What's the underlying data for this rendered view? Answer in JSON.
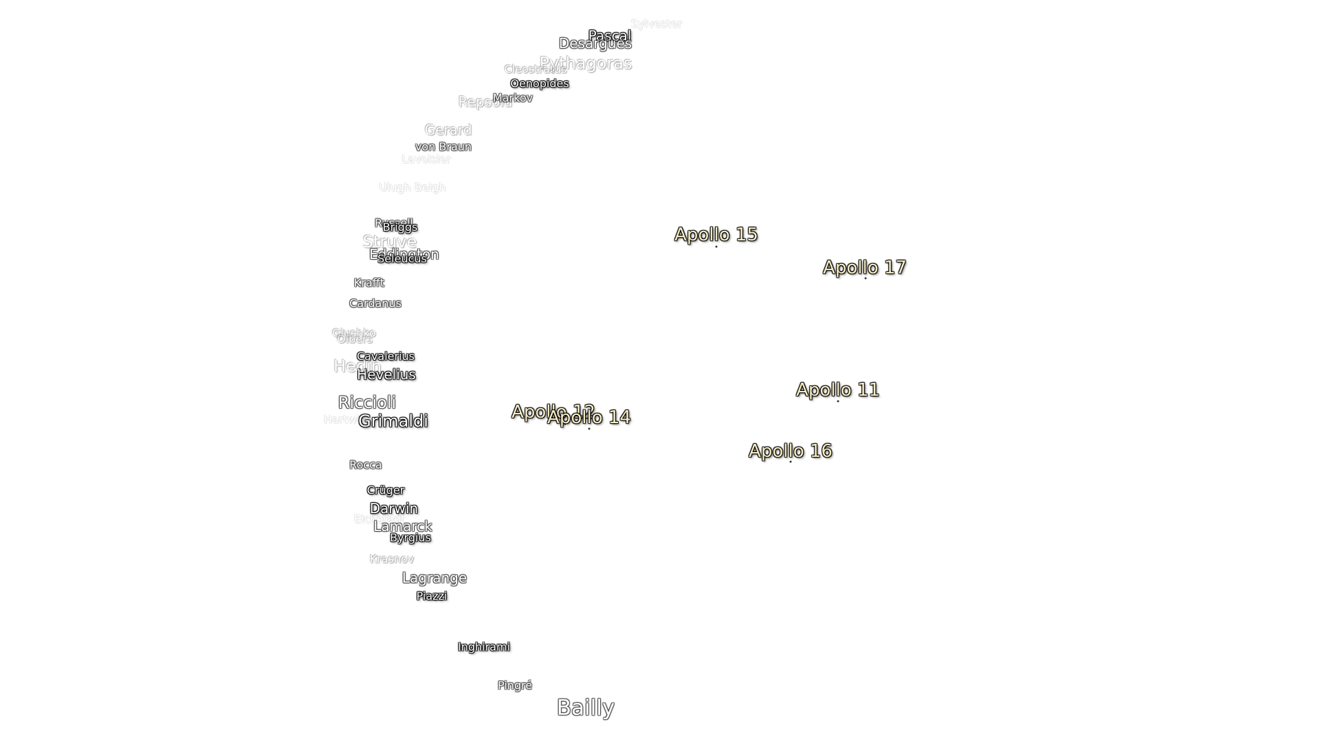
{
  "colors": {
    "background": "#ffffff",
    "crater_label": "#ffffff",
    "landing_site_label": "#f6ecc4",
    "halo": "#000000"
  },
  "craters": [
    {
      "id": "sylvester",
      "name": "Sylvester",
      "size": "small",
      "fade": 3
    },
    {
      "id": "pascal",
      "name": "Pascal",
      "size": "medium",
      "fade": 0
    },
    {
      "id": "desargues",
      "name": "Desargues",
      "size": "medium",
      "fade": 1
    },
    {
      "id": "pythagoras",
      "name": "Pythagoras",
      "size": "large",
      "fade": 2
    },
    {
      "id": "cleostratus",
      "name": "Cleostratus",
      "size": "small",
      "fade": 2
    },
    {
      "id": "oenopides",
      "name": "Oenopides",
      "size": "small",
      "fade": 0
    },
    {
      "id": "repsold",
      "name": "Repsold",
      "size": "medium",
      "fade": 2
    },
    {
      "id": "markov",
      "name": "Markov",
      "size": "small",
      "fade": 1
    },
    {
      "id": "gerard",
      "name": "Gerard",
      "size": "medium",
      "fade": 2
    },
    {
      "id": "von-braun",
      "name": "von Braun",
      "size": "small",
      "fade": 1
    },
    {
      "id": "lavoisier",
      "name": "Lavoisier",
      "size": "small",
      "fade": 3
    },
    {
      "id": "ulugh-beigh",
      "name": "Ulugh Beigh",
      "size": "small",
      "fade": 3
    },
    {
      "id": "russell",
      "name": "Russell",
      "size": "small",
      "fade": 1
    },
    {
      "id": "briggs",
      "name": "Briggs",
      "size": "small",
      "fade": 0
    },
    {
      "id": "struve",
      "name": "Struve",
      "size": "large",
      "fade": 2
    },
    {
      "id": "eddington",
      "name": "Eddington",
      "size": "medium",
      "fade": 1
    },
    {
      "id": "seleucus",
      "name": "Seleucus",
      "size": "small",
      "fade": 0
    },
    {
      "id": "krafft",
      "name": "Krafft",
      "size": "small",
      "fade": 1
    },
    {
      "id": "cardanus",
      "name": "Cardanus",
      "size": "small",
      "fade": 1
    },
    {
      "id": "glushko",
      "name": "Glushko",
      "size": "small",
      "fade": 2
    },
    {
      "id": "olbers",
      "name": "Olbers",
      "size": "small",
      "fade": 2
    },
    {
      "id": "cavalerius",
      "name": "Cavalerius",
      "size": "small",
      "fade": 0
    },
    {
      "id": "hevel",
      "name": "Hevelius",
      "size": "medium",
      "fade": 0
    },
    {
      "id": "hedin",
      "name": "Hedin",
      "size": "large",
      "fade": 2
    },
    {
      "id": "riccioli",
      "name": "Riccioli",
      "size": "large",
      "fade": 1
    },
    {
      "id": "hartwig",
      "name": "Hartwig",
      "size": "small",
      "fade": 3
    },
    {
      "id": "grimaldi",
      "name": "Grimaldi",
      "size": "large",
      "fade": 0
    },
    {
      "id": "rocca",
      "name": "Rocca",
      "size": "small",
      "fade": 1
    },
    {
      "id": "cruger",
      "name": "Crüger",
      "size": "small",
      "fade": 0
    },
    {
      "id": "darwin",
      "name": "Darwin",
      "size": "medium",
      "fade": 0
    },
    {
      "id": "eichstadt",
      "name": "Eichstadt",
      "size": "small",
      "fade": 3
    },
    {
      "id": "lamarck",
      "name": "Lamarck",
      "size": "medium",
      "fade": 1
    },
    {
      "id": "byrgius",
      "name": "Byrgius",
      "size": "small",
      "fade": 0
    },
    {
      "id": "krasnov",
      "name": "Krasnov",
      "size": "small",
      "fade": 2
    },
    {
      "id": "lagrange",
      "name": "Lagrange",
      "size": "medium",
      "fade": 1
    },
    {
      "id": "piazzi",
      "name": "Piazzi",
      "size": "small",
      "fade": 0
    },
    {
      "id": "inghirami",
      "name": "Inghirami",
      "size": "small",
      "fade": 0
    },
    {
      "id": "pingre",
      "name": "Pingré",
      "size": "small",
      "fade": 1
    },
    {
      "id": "bailly",
      "name": "Bailly",
      "size": "xlarge",
      "fade": 1
    }
  ],
  "landing_sites": [
    {
      "id": "apollo-15",
      "name": "Apollo 15"
    },
    {
      "id": "apollo-17",
      "name": "Apollo 17"
    },
    {
      "id": "apollo-11",
      "name": "Apollo 11"
    },
    {
      "id": "apollo-12",
      "name": "Apollo 12"
    },
    {
      "id": "apollo-14",
      "name": "Apollo 14"
    },
    {
      "id": "apollo-16",
      "name": "Apollo 16"
    }
  ]
}
